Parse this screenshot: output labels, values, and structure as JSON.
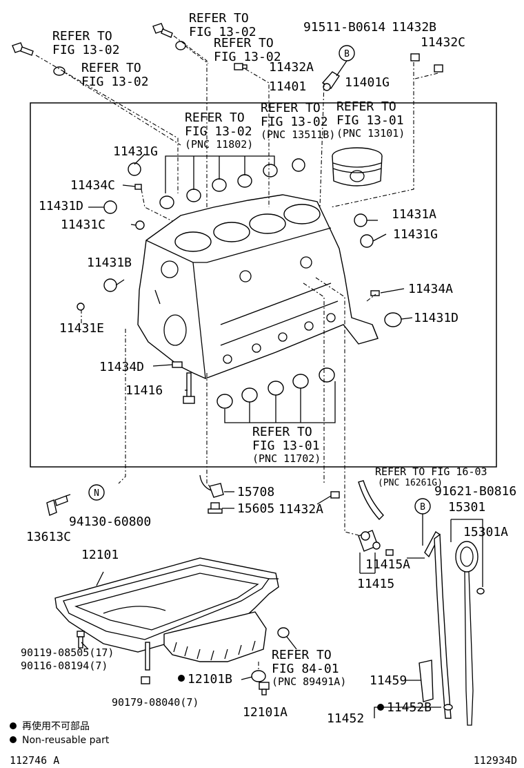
{
  "diagram_id": "112934D",
  "figure_code": "112746 A",
  "labels": {
    "refer_1302_a": "REFER TO",
    "refer_1302_a2": "FIG 13-02",
    "refer_1302_b": "REFER TO",
    "refer_1302_b2": "FIG 13-02",
    "refer_1302_c": "REFER TO",
    "refer_1302_c2": "FIG 13-02",
    "refer_1302_d": "REFER TO",
    "refer_1302_d2": "FIG 13-02",
    "p91511": "91511-B0614",
    "p11432b": "11432B",
    "p11432c": "11432C",
    "p11432a_top": "11432A",
    "p11401": "11401",
    "p11401g": "11401G",
    "refer_11802_1": "REFER TO",
    "refer_11802_2": "FIG 13-02",
    "refer_11802_3": "(PNC 11802)",
    "refer_13511_1": "REFER TO",
    "refer_13511_2": "FIG 13-02",
    "refer_13511_3": "(PNC 13511B)",
    "refer_13101_1": "REFER TO",
    "refer_13101_2": "FIG 13-01",
    "refer_13101_3": "(PNC 13101)",
    "p11431g_l": "11431G",
    "p11434c": "11434C",
    "p11431d_l": "11431D",
    "p11431c": "11431C",
    "p11431a": "11431A",
    "p11431g_r": "11431G",
    "p11431b": "11431B",
    "p11434a": "11434A",
    "p11431e": "11431E",
    "p11431d_r": "11431D",
    "p11434d": "11434D",
    "p11416": "11416",
    "refer_11702_1": "REFER TO",
    "refer_11702_2": "FIG 13-01",
    "refer_11702_3": "(PNC 11702)",
    "refer_1603_1": "REFER TO FIG 16-03",
    "refer_1603_2": "(PNC 16261G)",
    "p91621": "91621-B0816",
    "p15708": "15708",
    "p15605": "15605",
    "p11432a_mid": "11432A",
    "p94130": "94130-60800",
    "p13613c": "13613C",
    "p15301": "15301",
    "p15301a": "15301A",
    "p11415a": "11415A",
    "p11415": "11415",
    "p12101": "12101",
    "p90119": "90119-08505(17)",
    "p90116": "90116-08194(7)",
    "p12101b": "12101B",
    "refer_89491_1": "REFER TO",
    "refer_89491_2": "FIG 84-01",
    "refer_89491_3": "(PNC 89491A)",
    "p90179": "90179-08040(7)",
    "p12101a": "12101A",
    "p11459": "11459",
    "p11452": "11452",
    "p11452b": "11452B",
    "badge_b": "B",
    "badge_n": "N"
  },
  "legend": {
    "jp": "再使用不可部品",
    "en": "Non-reusable part"
  }
}
